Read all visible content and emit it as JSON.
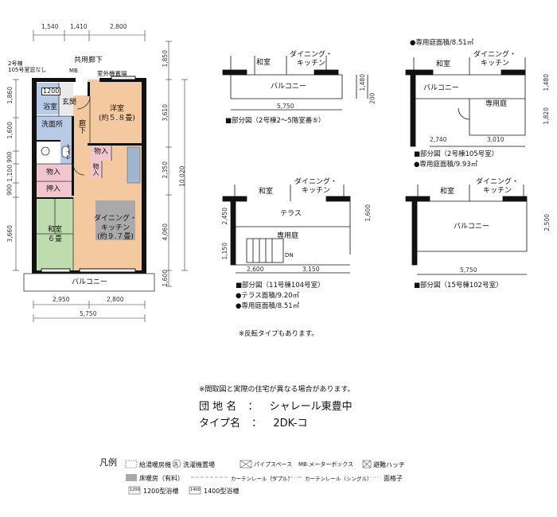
{
  "main_plan": {
    "top_dims": [
      "1,540",
      "1,410",
      "2,800"
    ],
    "left_dims": [
      "1,860",
      "1,600",
      "900",
      "1,100",
      "900",
      "3,660"
    ],
    "right_dims": [
      "1,850",
      "3,610",
      "2,350",
      "4,060",
      "1,600"
    ],
    "right_total": "10,020",
    "bottom_dims": [
      "2,950",
      "2,800"
    ],
    "bottom_total": "5,750",
    "corridor_label": "共用廊下",
    "note_105": "2号棟\n105号室窓なし",
    "mb_label": "MB",
    "outdoor_unit_label": "室外機置場",
    "rooms": {
      "bath": "浴室",
      "bath_size": "1200",
      "entrance": "玄関",
      "washroom": "洗面所",
      "toilet": "トイレ",
      "hall": "廊下",
      "storage1": "物入",
      "storage2": "物入",
      "storage3": "物入",
      "closet": "押入",
      "western": "洋室\n(約５.８畳)",
      "japanese": "和室\n６畳",
      "dining": "ダイニング・\nキッチン\n(約９.７畳)",
      "balcony": "バルコニー"
    }
  },
  "partials": [
    {
      "id": "p1",
      "labels": {
        "washitsu": "和室",
        "dk": "ダイニング・\nキッチン",
        "balcony": "バルコニー"
      },
      "dims": {
        "width": "5,750",
        "depth": "1,480",
        "side": "200"
      },
      "caption": [
        "■部分図（2号棟2～5階室番⑤）"
      ]
    },
    {
      "id": "p2",
      "labels": {
        "washitsu": "和室",
        "dk": "ダイニング・\nキッチン",
        "balcony": "バルコニー",
        "garden": "専用庭"
      },
      "dims": {
        "left": "2,740",
        "right": "3,010",
        "depth1": "1,480",
        "depth2": "1,820"
      },
      "caption_top": "●専用庭面積/8.51㎡",
      "caption": [
        "■部分図（2号棟105号室）",
        "●専用庭面積/9.93㎡"
      ]
    },
    {
      "id": "p3",
      "labels": {
        "washitsu": "和室",
        "dk": "ダイニング・\nキッチン",
        "terrace": "テラス",
        "garden": "専用庭",
        "dn": "DN"
      },
      "dims": {
        "left": "2,600",
        "right": "3,150",
        "d1": "2,450",
        "d2": "1,150",
        "d3": "1,600"
      },
      "caption": [
        "■部分図（11号棟104号室）",
        "●テラス面積/9.20㎡",
        "●専用庭面積/8.51㎡"
      ]
    },
    {
      "id": "p4",
      "labels": {
        "washitsu": "和室",
        "dk": "ダイニング・\nキッチン",
        "balcony": "バルコニー"
      },
      "dims": {
        "width": "5,750",
        "depth": "2,500"
      },
      "caption": [
        "■部分図（15号棟102号室）"
      ]
    }
  ],
  "reverse_note": "※反転タイプもあります。",
  "disclaimer": "※間取図と実際の住宅が異なる場合があります。",
  "info": [
    {
      "key": "団 地 名",
      "sep": "：",
      "value": "シャレール東豊中"
    },
    {
      "key": "タイプ名",
      "sep": "：",
      "value": "2DK-コ"
    }
  ],
  "legend": {
    "title": "凡例",
    "items": [
      "給湯暖房機",
      "洗濯機置場",
      "パイプスペース",
      "MB:メーターボックス",
      "避難ハッチ",
      "床暖房（有料）",
      "カーテンレール（ダブル）",
      "カーテンレール（シングル）",
      "面格子",
      "1200型浴槽",
      "1400型浴槽"
    ],
    "wash_mark": "洗",
    "bath_marks": [
      "1200",
      "1400"
    ]
  },
  "colors": {
    "wall": "#111111",
    "western": "#f4c9a0",
    "japanese": "#bfdcae",
    "storage": "#f2c6cf",
    "wet": "#b8cbe6",
    "hall": "#f4c9a0",
    "dk_floor": "#a9a9a9"
  }
}
